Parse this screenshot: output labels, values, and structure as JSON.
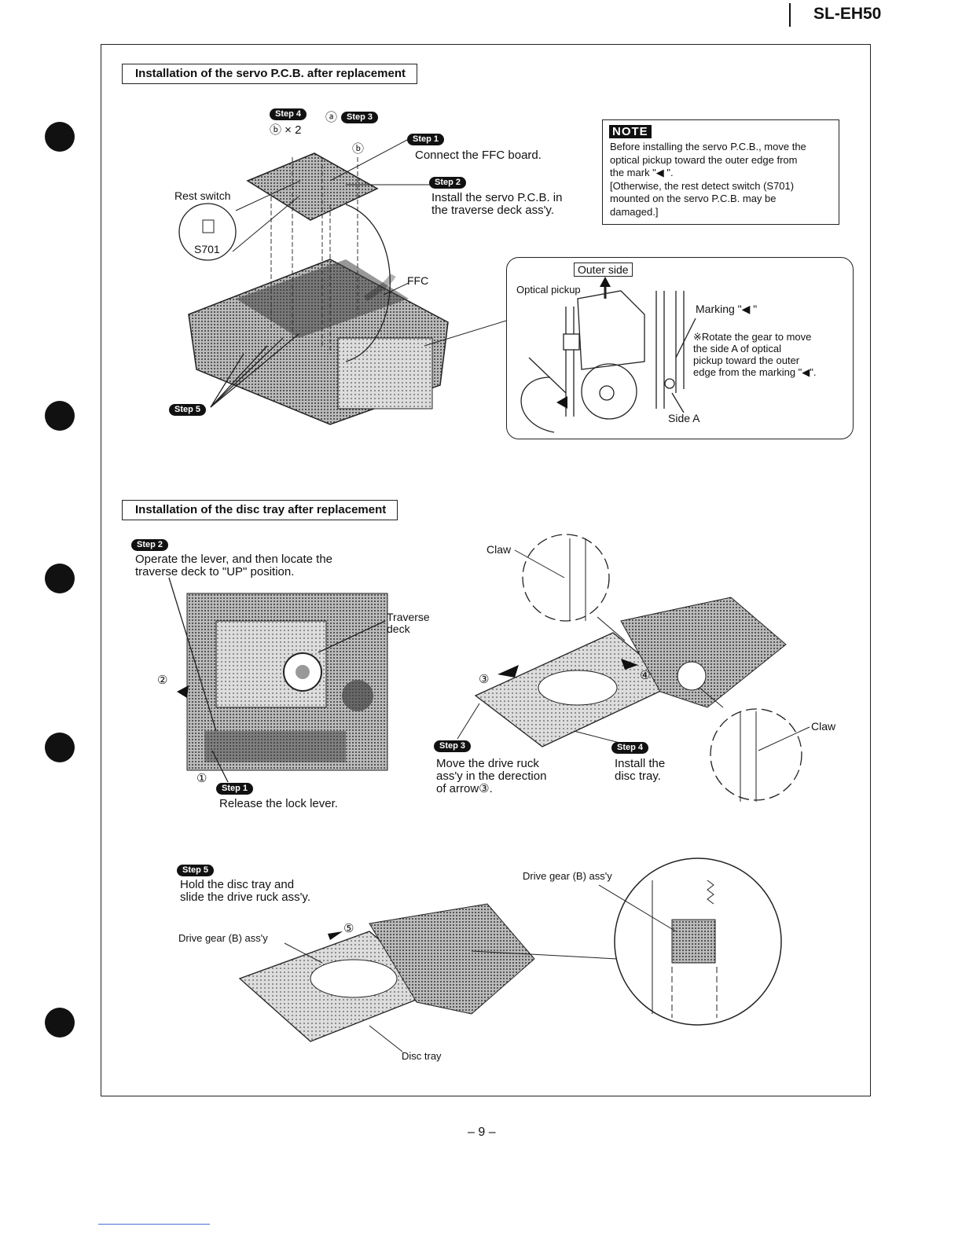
{
  "header": {
    "model": "SL-EH50",
    "page": "– 9 –"
  },
  "section1": {
    "title": "Installation of the servo P.C.B. after replacement",
    "step4": "Step 4",
    "step3": "Step 3",
    "step1": "Step 1",
    "step2": "Step 2",
    "step5": "Step 5",
    "screw_count": "ⓑ × 2",
    "screw_a": "ⓐ",
    "screw_b": "ⓑ",
    "step1_text": "Connect the FFC board.",
    "step2_text": "Install the servo P.C.B. in\nthe traverse deck ass'y.",
    "rest_switch": "Rest switch",
    "s701": "S701",
    "ffc": "FFC",
    "note": {
      "head": "NOTE",
      "text": "Before installing the servo P.C.B., move the\noptical pickup toward the outer edge from\nthe mark \"◀ \".\n[Otherwise, the rest detect switch (S701)\nmounted on the servo P.C.B. may be\ndamaged.]"
    },
    "detail": {
      "outer_side": "Outer side",
      "optical_pickup": "Optical pickup",
      "marking": "Marking \"◀ \"",
      "rotate": "※Rotate the gear to move\nthe side A of optical\npickup toward the outer\nedge from the marking \"◀\".",
      "side_a": "Side A"
    }
  },
  "section2": {
    "title": "Installation of the disc tray after replacement",
    "step2": "Step 2",
    "step2_text": "Operate the lever, and then locate the\ntraverse deck to \"UP\" position.",
    "traverse_deck": "Traverse\ndeck",
    "mark1": "①",
    "mark2": "②",
    "mark3": "③",
    "mark4": "④",
    "mark5": "⑤",
    "step1": "Step 1",
    "step1_text": "Release the lock lever.",
    "claw": "Claw",
    "step3": "Step 3",
    "step3_text": "Move the drive ruck\nass'y in the derection\nof arrow③.",
    "step4": "Step 4",
    "step4_text": "Install the\ndisc tray.",
    "step5": "Step 5",
    "step5_text": "Hold the disc tray and\nslide the drive ruck ass'y.",
    "drive_gear": "Drive gear (B) ass'y",
    "disc_tray": "Disc tray"
  }
}
